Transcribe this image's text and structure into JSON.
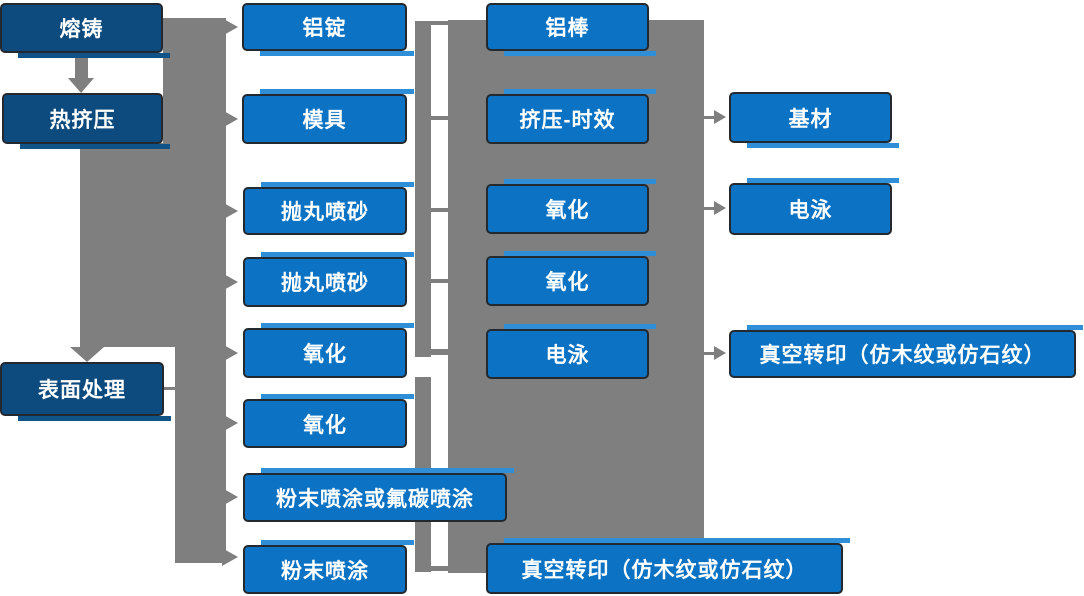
{
  "diagram_type": "process-flowchart",
  "language": "zh-CN",
  "palette": {
    "bright_blue": "#0b72c4",
    "dark_blue": "#0d4a7d",
    "connector_gray": "#7f7f7f",
    "node_border": "#23292e",
    "node_text": "#ffffff",
    "light_edge_accent": "#2e8fd8"
  },
  "nodes": {
    "melting": "熔铸",
    "hot_extrusion": "热挤压",
    "surface_treatment": "表面处理",
    "aluminum_ingot": "铝锭",
    "mold": "模具",
    "shot_blast_1": "抛丸喷砂",
    "shot_blast_2": "抛丸喷砂",
    "oxidation_1": "氧化",
    "oxidation_2": "氧化",
    "powder_or_fluorocarbon": "粉末喷涂或氟碳喷涂",
    "powder_coating": "粉末喷涂",
    "aluminum_rod": "铝棒",
    "extrusion_aging": "挤压-时效",
    "oxidation_3": "氧化",
    "oxidation_4": "氧化",
    "electrophoresis_1": "电泳",
    "base_material": "基材",
    "electrophoresis_2": "电泳",
    "vacuum_transfer_1": "真空转印（仿木纹或仿石纹）",
    "vacuum_transfer_2": "真空转印（仿木纹或仿石纹）"
  }
}
